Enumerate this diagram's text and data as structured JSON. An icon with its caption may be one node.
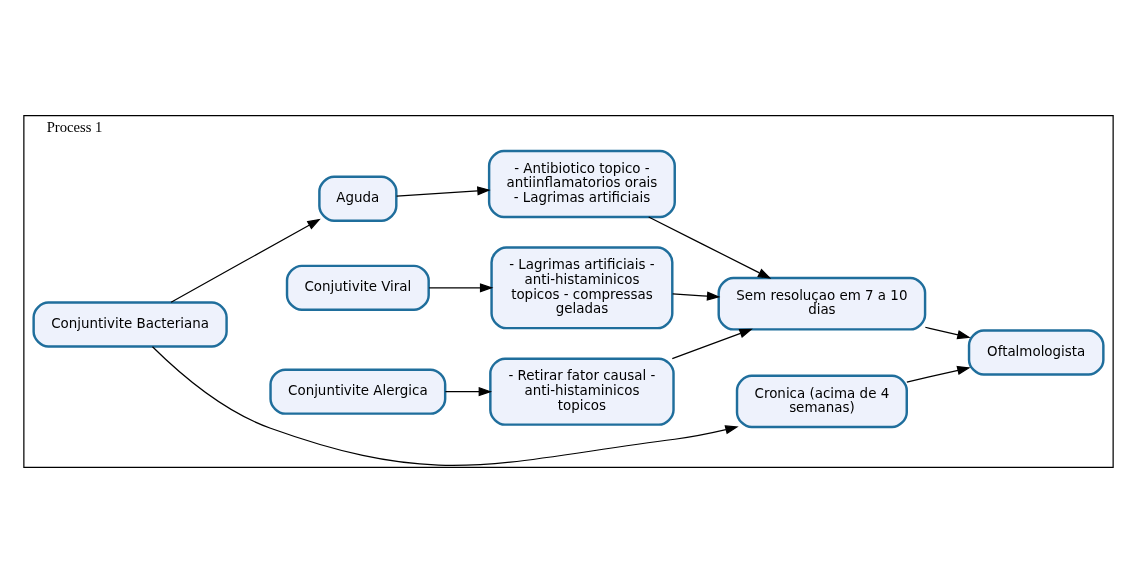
{
  "diagram": {
    "nodes": [
      {
        "text": [
          "Process 1"
        ]
      },
      {
        "text": [
          "Conjutivite Viral"
        ],
        "in": 0
      },
      {
        "text": [
          "- Lagrimas artificiais - anti-histaminicos topicos - compressas geladas"
        ],
        "in": 0
      },
      {
        "text": [
          "Sem resoluçao em 7 a 10 dias"
        ],
        "in": 0
      },
      {
        "text": [
          "Oftalmologista"
        ],
        "in": 0
      },
      {
        "text": [
          "Conjuntivite Alergica"
        ],
        "in": 0
      },
      {
        "text": [
          "- Retirar fator causal - anti-histaminicos topicos"
        ],
        "in": 0
      },
      {
        "text": [
          "Conjuntivite Bacteriana"
        ],
        "in": 0
      },
      {
        "text": [
          "Aguda"
        ],
        "in": 0
      },
      {
        "text": [
          "- Antibiotico topico - antiinflamatorios orais - Lagrimas artificiais"
        ],
        "in": 0
      },
      {
        "text": [
          "Cronica (acima de 4 semanas)"
        ],
        "in": 0
      }
    ],
    "edges": [
      {
        "from": 1,
        "to": 2,
        "arrow": "to"
      },
      {
        "from": 2,
        "to": 3,
        "arrow": "to"
      },
      {
        "from": 3,
        "to": 4,
        "arrow": "to"
      },
      {
        "from": 5,
        "to": 6,
        "arrow": "to"
      },
      {
        "from": 6,
        "to": 3,
        "arrow": "to"
      },
      {
        "from": 9,
        "to": 3,
        "arrow": "to"
      },
      {
        "from": 7,
        "to": 8,
        "arrow": "to"
      },
      {
        "from": 7,
        "to": 10,
        "arrow": "to"
      },
      {
        "from": 8,
        "to": 9,
        "arrow": "to"
      },
      {
        "from": 10,
        "to": 4,
        "arrow": "to"
      }
    ]
  }
}
